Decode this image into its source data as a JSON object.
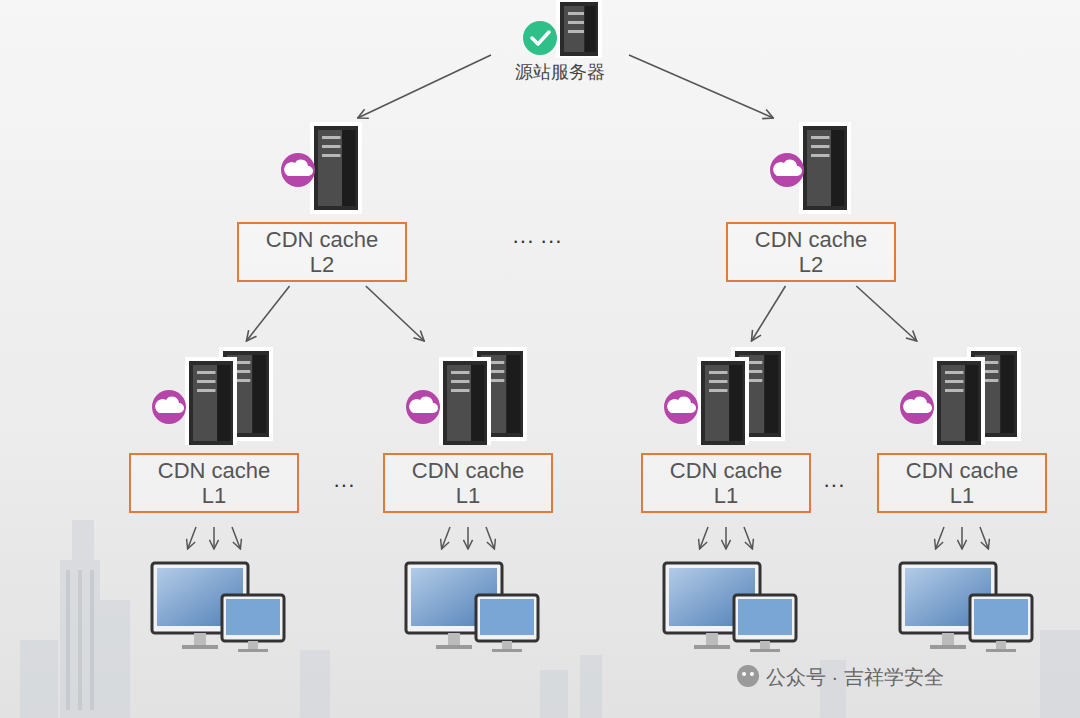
{
  "diagram": {
    "nodes": [
      {
        "text": [
          "源站服务器"
        ]
      },
      {
        "text": [
          "CDN cache L2"
        ]
      },
      {
        "text": [
          "CDN cache L2"
        ]
      },
      {
        "text": [
          "CDN cache L1"
        ]
      },
      {
        "text": [
          "CDN cache L1"
        ]
      },
      {
        "text": [
          "CDN cache L1"
        ]
      },
      {
        "text": [
          "CDN cache L1"
        ]
      }
    ],
    "edges": [
      {
        "from": 0,
        "to": 1,
        "arrow": "to"
      },
      {
        "from": 0,
        "to": 2,
        "arrow": "to"
      },
      {
        "from": 1,
        "to": 3,
        "arrow": "to"
      },
      {
        "from": 1,
        "to": 4,
        "arrow": "to"
      },
      {
        "from": 2,
        "to": 5,
        "arrow": "to"
      },
      {
        "from": 2,
        "to": 6,
        "arrow": "to"
      }
    ],
    "labels": [
      "··· ···",
      "···",
      "···",
      "公众号 · 吉祥学安全"
    ]
  }
}
